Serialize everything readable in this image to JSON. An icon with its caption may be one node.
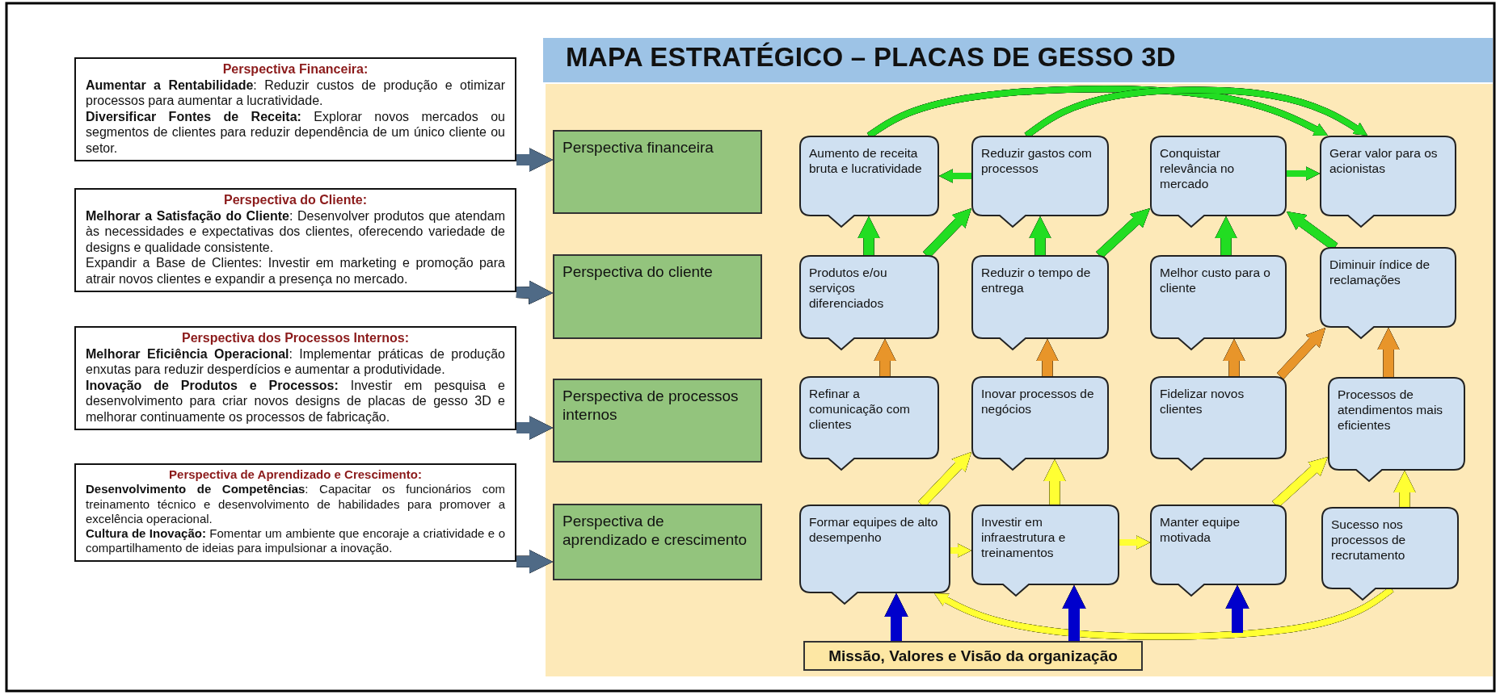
{
  "diagram": {
    "title": "MAPA ESTRATÉGICO – PLACAS DE GESSO 3D",
    "nodes": [
      {
        "text": [
          "Perspectiva Financeira:",
          "**Aumentar a Rentabilidade**: Reduzir custos de produção e otimizar processos para aumentar a lucratividade.",
          "**Diversificar Fontes de Receita:** Explorar novos mercados ou segmentos de clientes para reduzir dependência de um único cliente ou setor."
        ]
      },
      {
        "text": [
          "Perspectiva do Cliente:",
          "**Melhorar a Satisfação do Cliente**: Desenvolver produtos que atendam às necessidades e expectativas dos clientes, oferecendo variedade de designs e qualidade consistente.",
          "Expandir a Base de Clientes: Investir em marketing e promoção para atrair novos clientes e expandir a presença no mercado."
        ]
      },
      {
        "text": [
          "Perspectiva dos Processos Internos:",
          "**Melhorar Eficiência Operacional**: Implementar práticas de produção enxutas para reduzir desperdícios e aumentar a produtividade.",
          "**Inovação de Produtos e Processos:** Investir em pesquisa e desenvolvimento para criar novos designs de placas de gesso 3D e melhorar continuamente os processos de fabricação."
        ]
      },
      {
        "text": [
          "Perspectiva de Aprendizado e Crescimento:",
          "**Desenvolvimento de Competências**: Capacitar os funcionários com treinamento técnico e desenvolvimento de habilidades para promover a excelência operacional.",
          "**Cultura de Inovação:** Fomentar um ambiente que encoraje a criatividade e o compartilhamento de ideias para impulsionar a inovação."
        ]
      },
      {
        "text": [
          "Perspectiva financeira"
        ]
      },
      {
        "text": [
          "Perspectiva do cliente"
        ]
      },
      {
        "text": [
          "Perspectiva de processos internos"
        ]
      },
      {
        "text": [
          "Perspectiva de aprendizado e crescimento"
        ]
      },
      {
        "text": [
          "Aumento de receita bruta e lucratividade"
        ]
      },
      {
        "text": [
          "Reduzir gastos com processos"
        ]
      },
      {
        "text": [
          "Conquistar relevância no mercado"
        ]
      },
      {
        "text": [
          "Gerar valor para os acionistas"
        ]
      },
      {
        "text": [
          "Produtos e/ou serviços diferenciados"
        ]
      },
      {
        "text": [
          "Reduzir o tempo de entrega"
        ]
      },
      {
        "text": [
          "Melhor custo para o cliente"
        ]
      },
      {
        "text": [
          "Diminuir índice de reclamações"
        ]
      },
      {
        "text": [
          "Refinar a comunicação com clientes"
        ]
      },
      {
        "text": [
          "Inovar processos de negócios"
        ]
      },
      {
        "text": [
          "Fidelizar novos clientes"
        ]
      },
      {
        "text": [
          "Processos de atendimentos mais eficientes"
        ]
      },
      {
        "text": [
          "Formar equipes de alto desempenho"
        ]
      },
      {
        "text": [
          "Investir em infraestrutura e treinamentos"
        ]
      },
      {
        "text": [
          "Manter equipe motivada"
        ]
      },
      {
        "text": [
          "Sucesso nos processos de recrutamento"
        ]
      },
      {
        "text": [
          "Missão, Valores e Visão da organização"
        ]
      }
    ],
    "edges": [
      {
        "from": 0,
        "to": 4,
        "arrow": "to",
        "color": "#4f6a86"
      },
      {
        "from": 1,
        "to": 5,
        "arrow": "to",
        "color": "#4f6a86"
      },
      {
        "from": 2,
        "to": 6,
        "arrow": "to",
        "color": "#4f6a86"
      },
      {
        "from": 3,
        "to": 7,
        "arrow": "to",
        "color": "#4f6a86"
      },
      {
        "from": 9,
        "to": 8,
        "arrow": "to",
        "color": "#22dd22"
      },
      {
        "from": 10,
        "to": 11,
        "arrow": "to",
        "color": "#22dd22"
      },
      {
        "from": 8,
        "to": 11,
        "arrow": "to",
        "color": "#22dd22"
      },
      {
        "from": 9,
        "to": 11,
        "arrow": "to",
        "color": "#22dd22"
      },
      {
        "from": 12,
        "to": 8,
        "arrow": "to",
        "color": "#22dd22"
      },
      {
        "from": 12,
        "to": 9,
        "arrow": "to",
        "color": "#22dd22"
      },
      {
        "from": 13,
        "to": 9,
        "arrow": "to",
        "color": "#22dd22"
      },
      {
        "from": 13,
        "to": 10,
        "arrow": "to",
        "color": "#22dd22"
      },
      {
        "from": 14,
        "to": 10,
        "arrow": "to",
        "color": "#22dd22"
      },
      {
        "from": 15,
        "to": 10,
        "arrow": "to",
        "color": "#22dd22"
      },
      {
        "from": 16,
        "to": 12,
        "arrow": "to",
        "color": "#e8952a"
      },
      {
        "from": 17,
        "to": 13,
        "arrow": "to",
        "color": "#e8952a"
      },
      {
        "from": 18,
        "to": 14,
        "arrow": "to",
        "color": "#e8952a"
      },
      {
        "from": 18,
        "to": 15,
        "arrow": "to",
        "color": "#e8952a"
      },
      {
        "from": 19,
        "to": 15,
        "arrow": "to",
        "color": "#e8952a"
      },
      {
        "from": 20,
        "to": 17,
        "arrow": "to",
        "color": "#ffff33"
      },
      {
        "from": 21,
        "to": 17,
        "arrow": "to",
        "color": "#ffff33"
      },
      {
        "from": 20,
        "to": 21,
        "arrow": "to",
        "color": "#ffff33"
      },
      {
        "from": 21,
        "to": 22,
        "arrow": "to",
        "color": "#ffff33"
      },
      {
        "from": 22,
        "to": 19,
        "arrow": "to",
        "color": "#ffff33"
      },
      {
        "from": 23,
        "to": 19,
        "arrow": "to",
        "color": "#ffff33"
      },
      {
        "from": 23,
        "to": 20,
        "arrow": "to",
        "color": "#ffff33"
      },
      {
        "from": 24,
        "to": 20,
        "arrow": "to",
        "color": "#0000cc"
      },
      {
        "from": 24,
        "to": 21,
        "arrow": "to",
        "color": "#0000cc"
      },
      {
        "from": null,
        "to": 22,
        "arrow": "to",
        "color": "#0000cc"
      }
    ]
  }
}
